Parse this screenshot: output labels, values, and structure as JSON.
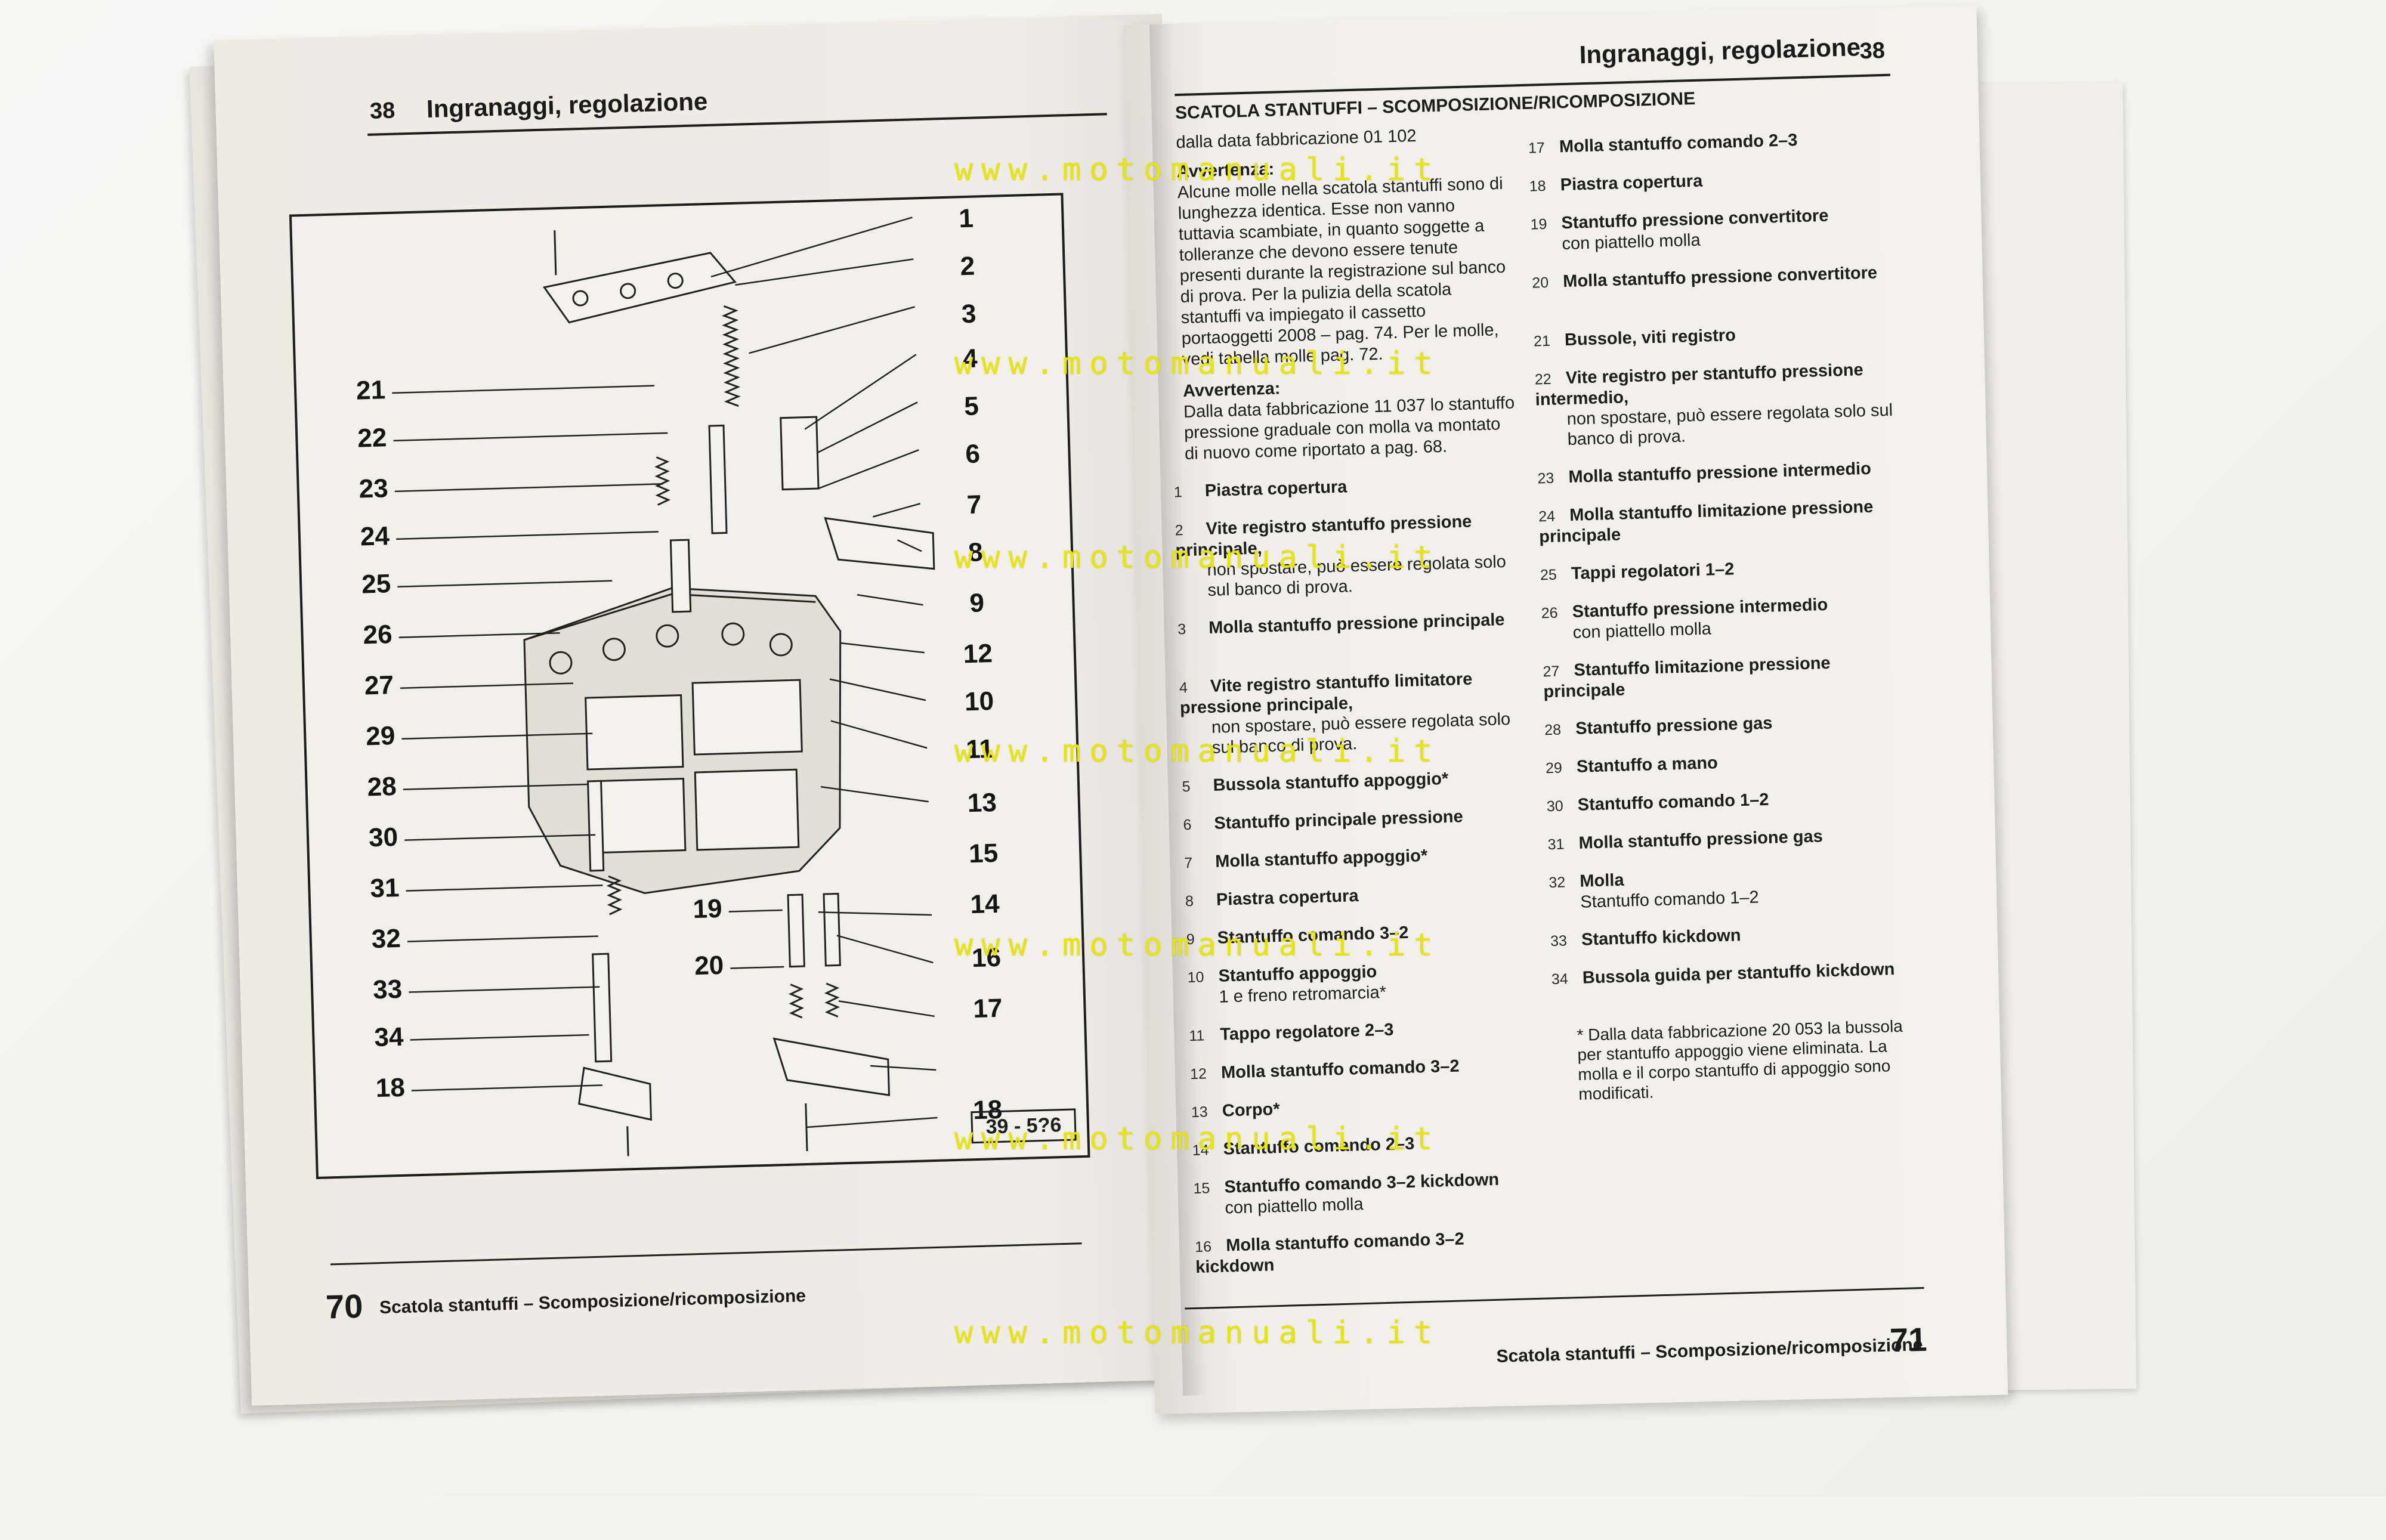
{
  "left_page": {
    "header_num": "38",
    "header_title": "Ingranaggi, regolazione",
    "callouts_left": [
      "21",
      "22",
      "23",
      "24",
      "25",
      "26",
      "27",
      "29",
      "28",
      "30",
      "31",
      "32",
      "33",
      "34",
      "18"
    ],
    "callouts_right": [
      "1",
      "2",
      "3",
      "4",
      "5",
      "6",
      "7",
      "8",
      "9",
      "12",
      "10",
      "11",
      "13",
      "15",
      "14",
      "16",
      "17",
      "18"
    ],
    "callouts_lower_mid": [
      "19",
      "20"
    ],
    "ref_code": "39 - 5?6",
    "footer_num": "70",
    "footer_title": "Scatola stantuffi – Scomposizione/ricomposizione"
  },
  "right_page": {
    "header_title": "Ingranaggi, regolazione",
    "header_num": "38",
    "section_title": "SCATOLA STANTUFFI – SCOMPOSIZIONE/RICOMPOSIZIONE",
    "intro_date": "dalla data fabbricazione 01 102",
    "warning1_title": "Avvertenza:",
    "warning1_text": "Alcune molle nella scatola stantuffi sono di lunghezza identica. Esse non vanno tuttavia scambiate, in quanto soggette a tolleranze che devono essere tenute presenti durante la registrazione sul banco di prova. Per la pulizia della scatola stantuffi va impiegato il cassetto portaoggetti 2008 – pag. 74. Per le molle, vedi tabella molle pag. 72.",
    "warning2_title": "Avvertenza:",
    "warning2_text": "Dalla data fabbricazione 11 037 lo stantuffo pressione graduale con molla va montato di nuovo come riportato a pag. 68.",
    "legend_left": [
      {
        "n": "1",
        "t": "Piastra copertura",
        "s": ""
      },
      {
        "n": "2",
        "t": "Vite registro stantuffo pressione principale,",
        "s": "non spostare, può essere regolata solo sul banco di prova."
      },
      {
        "n": "3",
        "t": "Molla stantuffo pressione principale",
        "s": ""
      },
      {
        "n": "4",
        "t": "Vite registro stantuffo limitatore pressione principale,",
        "s": "non spostare, può essere regolata solo sul banco di prova."
      },
      {
        "n": "5",
        "t": "Bussola stantuffo appoggio*",
        "s": ""
      },
      {
        "n": "6",
        "t": "Stantuffo principale pressione",
        "s": ""
      },
      {
        "n": "7",
        "t": "Molla stantuffo appoggio*",
        "s": ""
      },
      {
        "n": "8",
        "t": "Piastra copertura",
        "s": ""
      },
      {
        "n": "9",
        "t": "Stantuffo comando 3–2",
        "s": ""
      },
      {
        "n": "10",
        "t": "Stantuffo appoggio",
        "s": "1 e freno retromarcia*"
      },
      {
        "n": "11",
        "t": "Tappo regolatore 2–3",
        "s": ""
      },
      {
        "n": "12",
        "t": "Molla stantuffo comando 3–2",
        "s": ""
      },
      {
        "n": "13",
        "t": "Corpo*",
        "s": ""
      },
      {
        "n": "14",
        "t": "Stantuffo comando 2–3",
        "s": ""
      },
      {
        "n": "15",
        "t": "Stantuffo comando 3–2 kickdown",
        "s": "con piattello molla"
      },
      {
        "n": "16",
        "t": "Molla stantuffo comando 3–2 kickdown",
        "s": ""
      }
    ],
    "legend_right": [
      {
        "n": "17",
        "t": "Molla stantuffo comando 2–3",
        "s": ""
      },
      {
        "n": "18",
        "t": "Piastra copertura",
        "s": ""
      },
      {
        "n": "19",
        "t": "Stantuffo pressione convertitore",
        "s": "con piattello molla"
      },
      {
        "n": "20",
        "t": "Molla stantuffo pressione convertitore",
        "s": ""
      },
      {
        "n": "21",
        "t": "Bussole, viti registro",
        "s": ""
      },
      {
        "n": "22",
        "t": "Vite registro per stantuffo pressione intermedio,",
        "s": "non spostare, può essere regolata solo sul banco di prova."
      },
      {
        "n": "23",
        "t": "Molla stantuffo pressione intermedio",
        "s": ""
      },
      {
        "n": "24",
        "t": "Molla stantuffo limitazione pressione principale",
        "s": ""
      },
      {
        "n": "25",
        "t": "Tappi regolatori 1–2",
        "s": ""
      },
      {
        "n": "26",
        "t": "Stantuffo pressione intermedio",
        "s": "con piattello molla"
      },
      {
        "n": "27",
        "t": "Stantuffo limitazione pressione principale",
        "s": ""
      },
      {
        "n": "28",
        "t": "Stantuffo pressione gas",
        "s": ""
      },
      {
        "n": "29",
        "t": "Stantuffo a mano",
        "s": ""
      },
      {
        "n": "30",
        "t": "Stantuffo comando 1–2",
        "s": ""
      },
      {
        "n": "31",
        "t": "Molla stantuffo pressione gas",
        "s": ""
      },
      {
        "n": "32",
        "t": "Molla",
        "s": "Stantuffo comando 1–2"
      },
      {
        "n": "33",
        "t": "Stantuffo kickdown",
        "s": ""
      },
      {
        "n": "34",
        "t": "Bussola guida per stantuffo kickdown",
        "s": ""
      }
    ],
    "footnote": "* Dalla data fabbricazione 20 053 la bussola per stantuffo appoggio viene eliminata. La molla e il corpo stantuffo di appoggio sono modificati.",
    "footer_title": "Scatola stantuffi – Scomposizione/ricomposizione",
    "footer_num": "71"
  },
  "watermark": "www.motomanuali.it"
}
